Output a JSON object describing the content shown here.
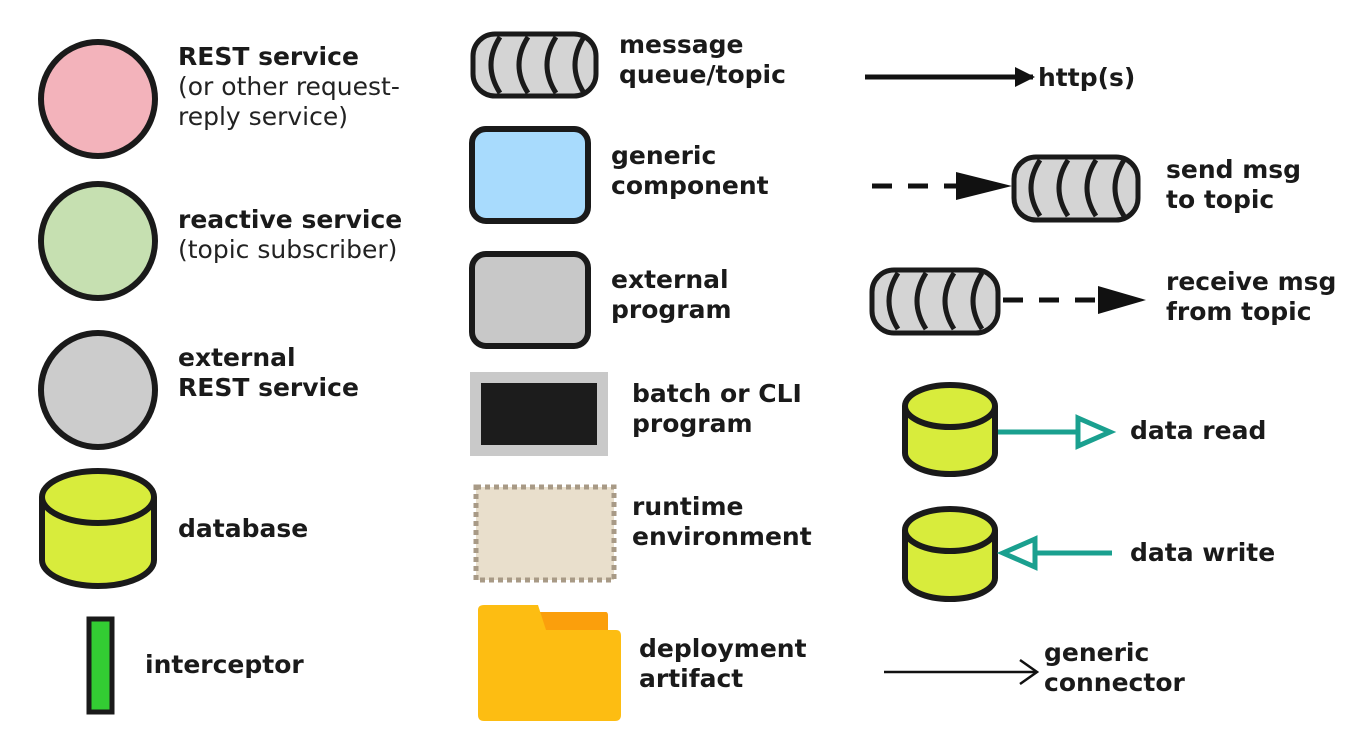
{
  "legend": {
    "col1": {
      "rest_service": {
        "title": "REST service",
        "note_1": "(or other request-",
        "note_2": "reply service)",
        "color": "#f3b3bb"
      },
      "reactive_service": {
        "title": "reactive service",
        "note": "(topic subscriber)",
        "color": "#c6e0b1"
      },
      "external_rest_service": {
        "line_1": "external",
        "line_2": "REST service",
        "color": "#cccccc"
      },
      "database": {
        "label": "database",
        "color": "#d8ec3c"
      },
      "interceptor": {
        "label": "interceptor",
        "color": "#33cc33"
      }
    },
    "col2": {
      "message_queue": {
        "line_1": "message",
        "line_2": "queue/topic",
        "color": "#d4d4d4"
      },
      "generic_component": {
        "line_1": "generic",
        "line_2": "component",
        "color": "#a8dbfd"
      },
      "external_program": {
        "line_1": "external",
        "line_2": "program",
        "color": "#c8c8c8"
      },
      "batch_cli": {
        "line_1": "batch or CLI",
        "line_2": "program",
        "color": "#1c1c1c"
      },
      "runtime_env": {
        "line_1": "runtime",
        "line_2": "environment",
        "color": "#e9dfcc"
      },
      "deployment_artifact": {
        "line_1": "deployment",
        "line_2": "artifact",
        "color": "#fdbd12"
      }
    },
    "col3": {
      "http": {
        "label": "http(s)"
      },
      "send_msg": {
        "line_1": "send msg",
        "line_2": "to topic"
      },
      "receive_msg": {
        "line_1": "receive msg",
        "line_2": "from topic"
      },
      "data_read": {
        "label": "data read"
      },
      "data_write": {
        "label": "data write"
      },
      "generic_connector": {
        "line_1": "generic",
        "line_2": "connector"
      },
      "data_arrow_color": "#1aa08f"
    }
  }
}
